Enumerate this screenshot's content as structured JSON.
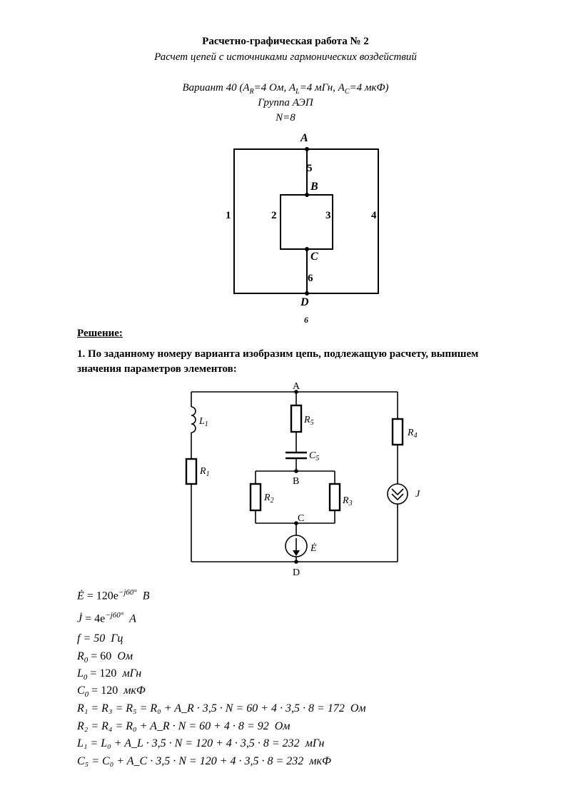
{
  "header": {
    "title": "Расчетно-графическая работа № 2",
    "subtitle": "Расчет цепей с источниками гармонических воздействий",
    "variant_prefix": "Вариант 40 (A",
    "variant_sub_r": "R",
    "variant_mid1": "=4 Ом, A",
    "variant_sub_l": "L",
    "variant_mid2": "=4 мГн, A",
    "variant_sub_c": "C",
    "variant_end": "=4 мкФ)",
    "group": "Группа АЭП",
    "n": "N=8"
  },
  "graph": {
    "nodes": {
      "a": "A",
      "b": "B",
      "c": "C",
      "d": "D"
    },
    "branches": {
      "b1": "1",
      "b2": "2",
      "b3": "3",
      "b4": "4",
      "b5": "5",
      "b6": "6"
    },
    "caption": "6"
  },
  "solution": {
    "heading": "Решение:",
    "step1_line1": "1. По заданному номеру варианта изобразим цепь, подлежащую расчету, выпишем",
    "step1_line2": "значения параметров элементов:"
  },
  "circuit": {
    "nodes": {
      "a": "A",
      "b": "B",
      "c": "C",
      "d": "D"
    },
    "l1": "L",
    "l1_sub": "1",
    "r1": "R",
    "r1_sub": "1",
    "r5": "R",
    "r5_sub": "5",
    "c5": "C",
    "c5_sub": "5",
    "r2": "R",
    "r2_sub": "2",
    "r3": "R",
    "r3_sub": "3",
    "r4": "R",
    "r4_sub": "4",
    "j": "J",
    "e": "Ė"
  },
  "params": {
    "e_lhs": "Ė",
    "e_eq": "= 120e",
    "e_exp": "−j60°",
    "e_unit": "B",
    "j_lhs": "J̇",
    "j_eq": "= 4e",
    "j_exp": "−j60°",
    "j_unit": "A",
    "f_text": "f = 50",
    "f_unit": "Гц",
    "r0_main": "R",
    "r0_sub": "0",
    "r0_rest": "= 60",
    "r0_unit": "Ом",
    "l0_main": "L",
    "l0_sub": "0",
    "l0_rest": "= 120",
    "l0_unit": "мГн",
    "c0_main": "C",
    "c0_sub": "0",
    "c0_rest": "= 120",
    "c0_unit": "мкФ",
    "r135": "R₁ = R₃ = R₅ = R₀ + A_R · 3,5 · N = 60 + 4 · 3,5 · 8 = 172",
    "r135_unit": "Ом",
    "r24": "R₂ = R₄ = R₀ + A_R · N = 60 + 4 · 8 = 92",
    "r24_unit": "Ом",
    "l1": "L₁ = L₀ + A_L · 3,5 · N = 120 + 4 · 3,5 · 8 = 232",
    "l1_unit": "мГн",
    "c5": "C₅ = C₀ + A_C · 3,5 · N = 120 + 4 · 3,5 · 8 = 232",
    "c5_unit": "мкФ"
  }
}
